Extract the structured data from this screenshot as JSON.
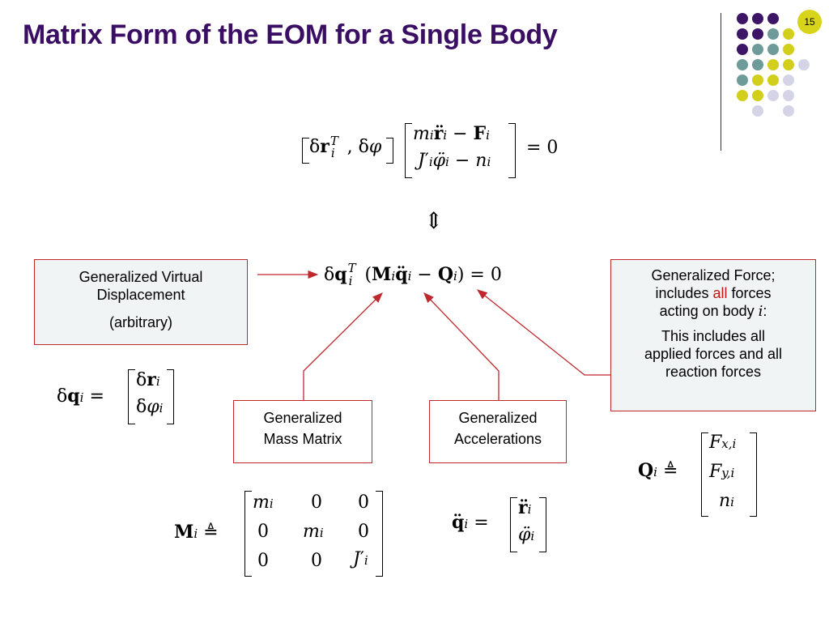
{
  "slide": {
    "title": "Matrix Form of the EOM for a Single Body",
    "page_number": "15"
  },
  "boxes": {
    "virtual_displacement": {
      "line1": "Generalized Virtual",
      "line2": "Displacement",
      "line3": "(arbitrary)"
    },
    "generalized_force": {
      "line1": "Generalized Force;",
      "line2_pre": "includes ",
      "line2_highlight": "all",
      "line2_post": " forces",
      "line3_pre": "acting on body ",
      "line3_var": "i",
      "line3_post": ":",
      "line4": "This includes all",
      "line5": "applied forces and all",
      "line6": "reaction forces"
    },
    "mass_matrix": {
      "line1": "Generalized",
      "line2": "Mass Matrix"
    },
    "accelerations": {
      "line1": "Generalized",
      "line2": "Accelerations"
    }
  },
  "colors": {
    "title": "#3a0e63",
    "box_border": "#c0282d",
    "highlight": "#c01818",
    "dot_purple": "#3d1566",
    "dot_teal": "#6f9a9a",
    "dot_olive": "#d2cf1c",
    "dot_lavender": "#d4d4e6"
  },
  "icons": {
    "equivalence_arrow": "up-down-double-arrow-icon"
  }
}
